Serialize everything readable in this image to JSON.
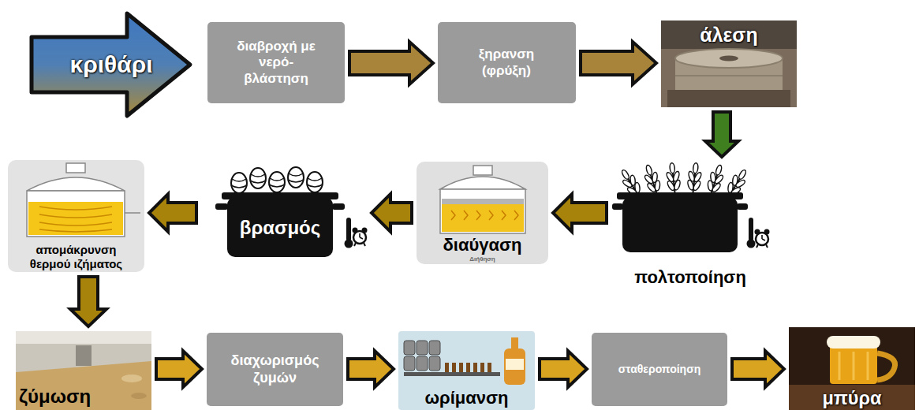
{
  "diagram": {
    "nodes": [
      {
        "text": [
          "κριθάρι"
        ]
      },
      {
        "text": [
          "διαβροχή με νερό- βλάστηση"
        ]
      },
      {
        "text": [
          "ξηρανση (φρύξη)"
        ]
      },
      {
        "text": [
          "άλεση"
        ]
      },
      {
        "text": [
          "πολτοποίηση"
        ]
      },
      {
        "text": [
          "διαύγαση",
          "Διήθηση"
        ]
      },
      {
        "text": [
          "βρασμός"
        ]
      },
      {
        "text": [
          "απομάκρυνση θερμού ιζήματος"
        ]
      },
      {
        "text": [
          "ζύμωση"
        ]
      },
      {
        "text": [
          "διαχωρισμός ζυμών"
        ]
      },
      {
        "text": [
          "ωρίμανση"
        ]
      },
      {
        "text": [
          "σταθεροποίηση"
        ]
      },
      {
        "text": [
          "μπύρα"
        ]
      }
    ],
    "edges": [
      {
        "from": 1,
        "to": 2,
        "arrow": "to"
      },
      {
        "from": 2,
        "to": 3,
        "arrow": "to"
      },
      {
        "from": 3,
        "to": 4,
        "arrow": "to"
      },
      {
        "from": 4,
        "to": 5,
        "arrow": "to"
      },
      {
        "from": 5,
        "to": 6,
        "arrow": "to"
      },
      {
        "from": 6,
        "to": 7,
        "arrow": "to"
      },
      {
        "from": 7,
        "to": 8,
        "arrow": "to"
      },
      {
        "from": 8,
        "to": 9,
        "arrow": "to"
      },
      {
        "from": 9,
        "to": 10,
        "arrow": "to"
      },
      {
        "from": 10,
        "to": 11,
        "arrow": "to"
      },
      {
        "from": 11,
        "to": 12,
        "arrow": "to"
      }
    ]
  }
}
